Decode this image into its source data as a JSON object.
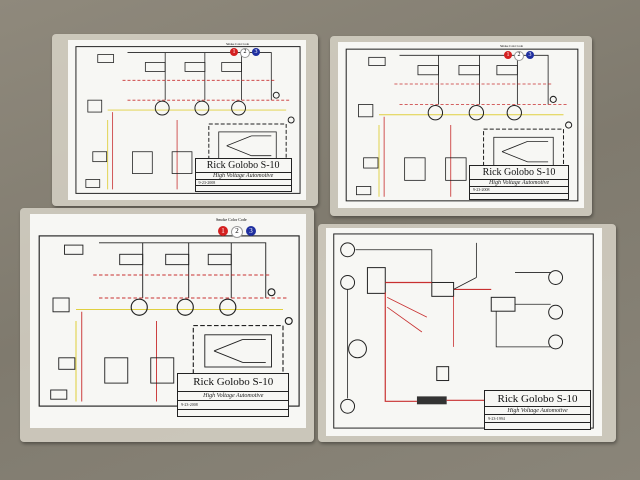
{
  "sheets": [
    {
      "title": "Rick Golobo S-10",
      "author": "High Voltage Automotive",
      "date": "9-23-2008",
      "legend": "Smoke Color Code",
      "codes": [
        "1",
        "2",
        "3"
      ]
    },
    {
      "title": "Rick Golobo S-10",
      "author": "High Voltage Automotive",
      "date": "9-23-2008",
      "legend": "Smoke Color Code",
      "codes": [
        "1",
        "2",
        "3"
      ]
    },
    {
      "title": "Rick Golobo S-10",
      "author": "High Voltage Automotive",
      "date": "9-23-2008",
      "legend": "Smoke Color Code",
      "codes": [
        "1",
        "2",
        "3"
      ]
    },
    {
      "title": "Rick Golobo S-10",
      "author": "High Voltage Automotive",
      "date": "9-23-1994"
    }
  ],
  "colors": {
    "code1": "#d42020",
    "code2": "#f2f2f2",
    "code3": "#2030a0",
    "wire_red": "#c83030",
    "wire_yellow": "#e0d040"
  }
}
